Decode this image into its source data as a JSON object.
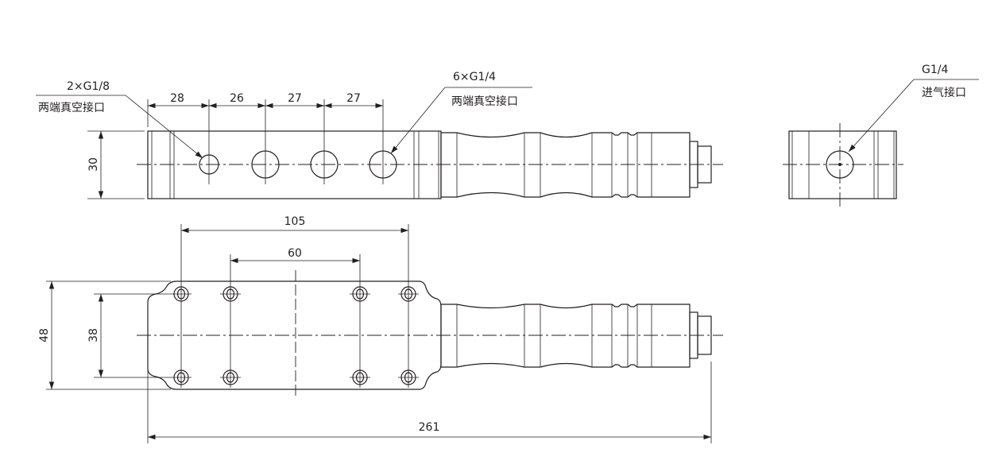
{
  "top_view": {
    "dims": [
      "28",
      "26",
      "27",
      "27"
    ],
    "height_dim": "30",
    "left_callout": {
      "spec": "2×G1/8",
      "desc": "两端真空接口"
    },
    "right_callout": {
      "spec": "6×G1/4",
      "desc": "两端真空接口"
    }
  },
  "end_view": {
    "callout": {
      "spec": "G1/4",
      "desc": "进气接口"
    }
  },
  "bottom_view": {
    "dim_outer_holes": "105",
    "dim_inner_holes": "60",
    "dim_height": "48",
    "dim_hole_spacing": "38",
    "dim_total_length": "261"
  }
}
